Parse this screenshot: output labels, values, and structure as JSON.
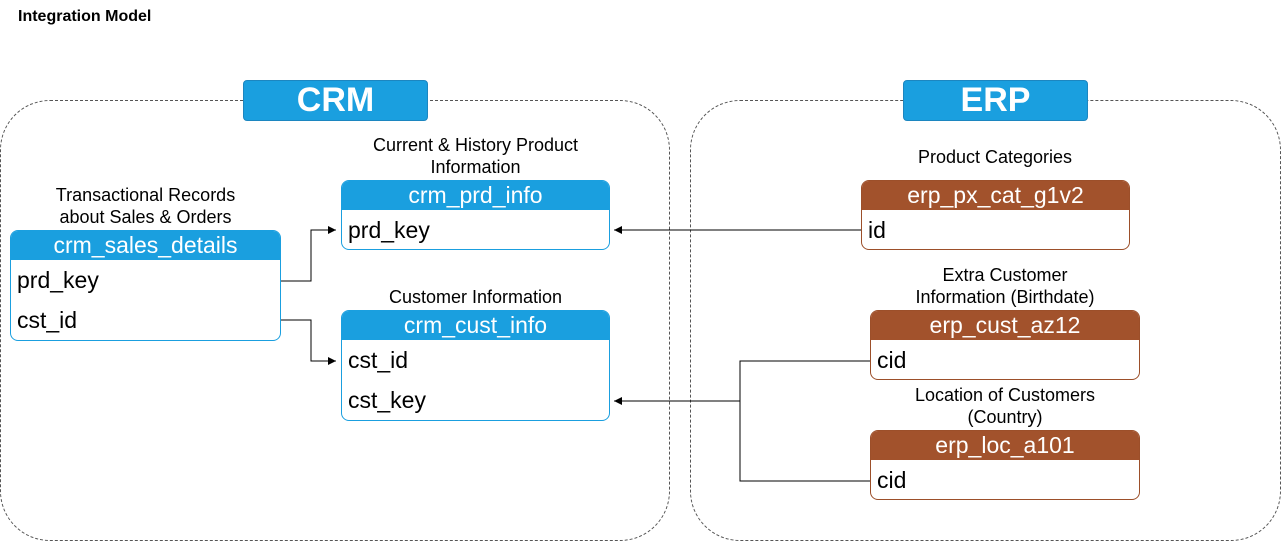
{
  "title": "Integration Model",
  "groups": {
    "crm": {
      "label": "CRM"
    },
    "erp": {
      "label": "ERP"
    }
  },
  "colors": {
    "crm_blue": "#1a9fdf",
    "erp_brown": "#a2522c"
  },
  "tables": {
    "crm_sales_details": {
      "caption": "Transactional Records\nabout Sales & Orders",
      "name": "crm_sales_details",
      "fields": [
        "prd_key",
        "cst_id"
      ]
    },
    "crm_prd_info": {
      "caption": "Current & History Product\nInformation",
      "name": "crm_prd_info",
      "fields": [
        "prd_key"
      ]
    },
    "crm_cust_info": {
      "caption": "Customer Information",
      "name": "crm_cust_info",
      "fields": [
        "cst_id",
        "cst_key"
      ]
    },
    "erp_px_cat_g1v2": {
      "caption": "Product Categories",
      "name": "erp_px_cat_g1v2",
      "fields": [
        "id"
      ]
    },
    "erp_cust_az12": {
      "caption": "Extra Customer\nInformation (Birthdate)",
      "name": "erp_cust_az12",
      "fields": [
        "cid"
      ]
    },
    "erp_loc_a101": {
      "caption": "Location of Customers\n(Country)",
      "name": "erp_loc_a101",
      "fields": [
        "cid"
      ]
    }
  }
}
